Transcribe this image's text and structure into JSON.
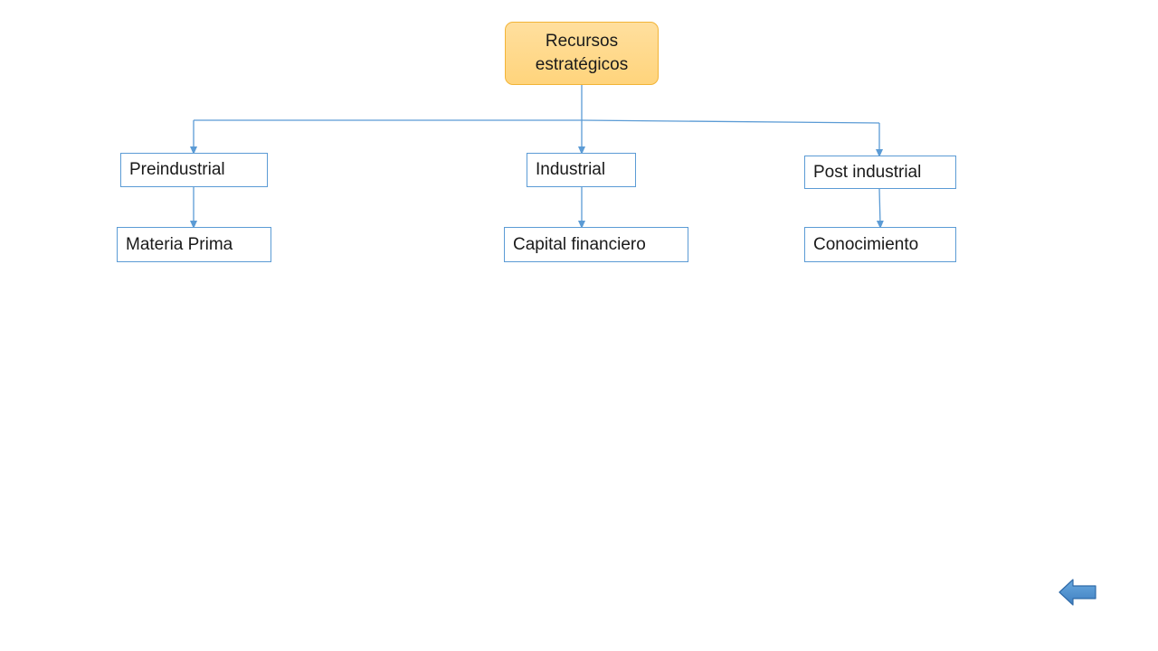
{
  "diagram": {
    "root": {
      "label": "Recursos estratégicos"
    },
    "eras": [
      {
        "label": "Preindustrial",
        "resource": "Materia Prima"
      },
      {
        "label": "Industrial",
        "resource": "Capital financiero"
      },
      {
        "label": "Post industrial",
        "resource": "Conocimiento"
      }
    ]
  },
  "colors": {
    "root_fill": "#ffd47c",
    "root_border": "#f2b437",
    "box_border": "#5b9bd5",
    "connector": "#5b9bd5",
    "back_button": "#5b9bd5"
  },
  "navigation": {
    "back_icon": "arrow-left-icon"
  }
}
